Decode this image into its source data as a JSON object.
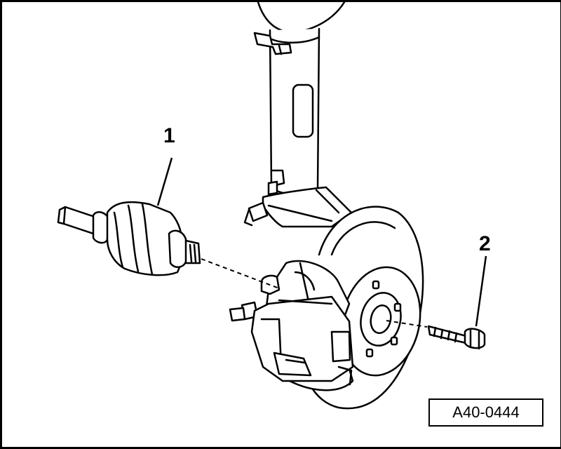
{
  "figure": {
    "reference_code": "A40-0444",
    "callouts": [
      {
        "number": "1"
      },
      {
        "number": "2"
      }
    ],
    "line_color": "#000000",
    "background_color": "#ffffff"
  }
}
